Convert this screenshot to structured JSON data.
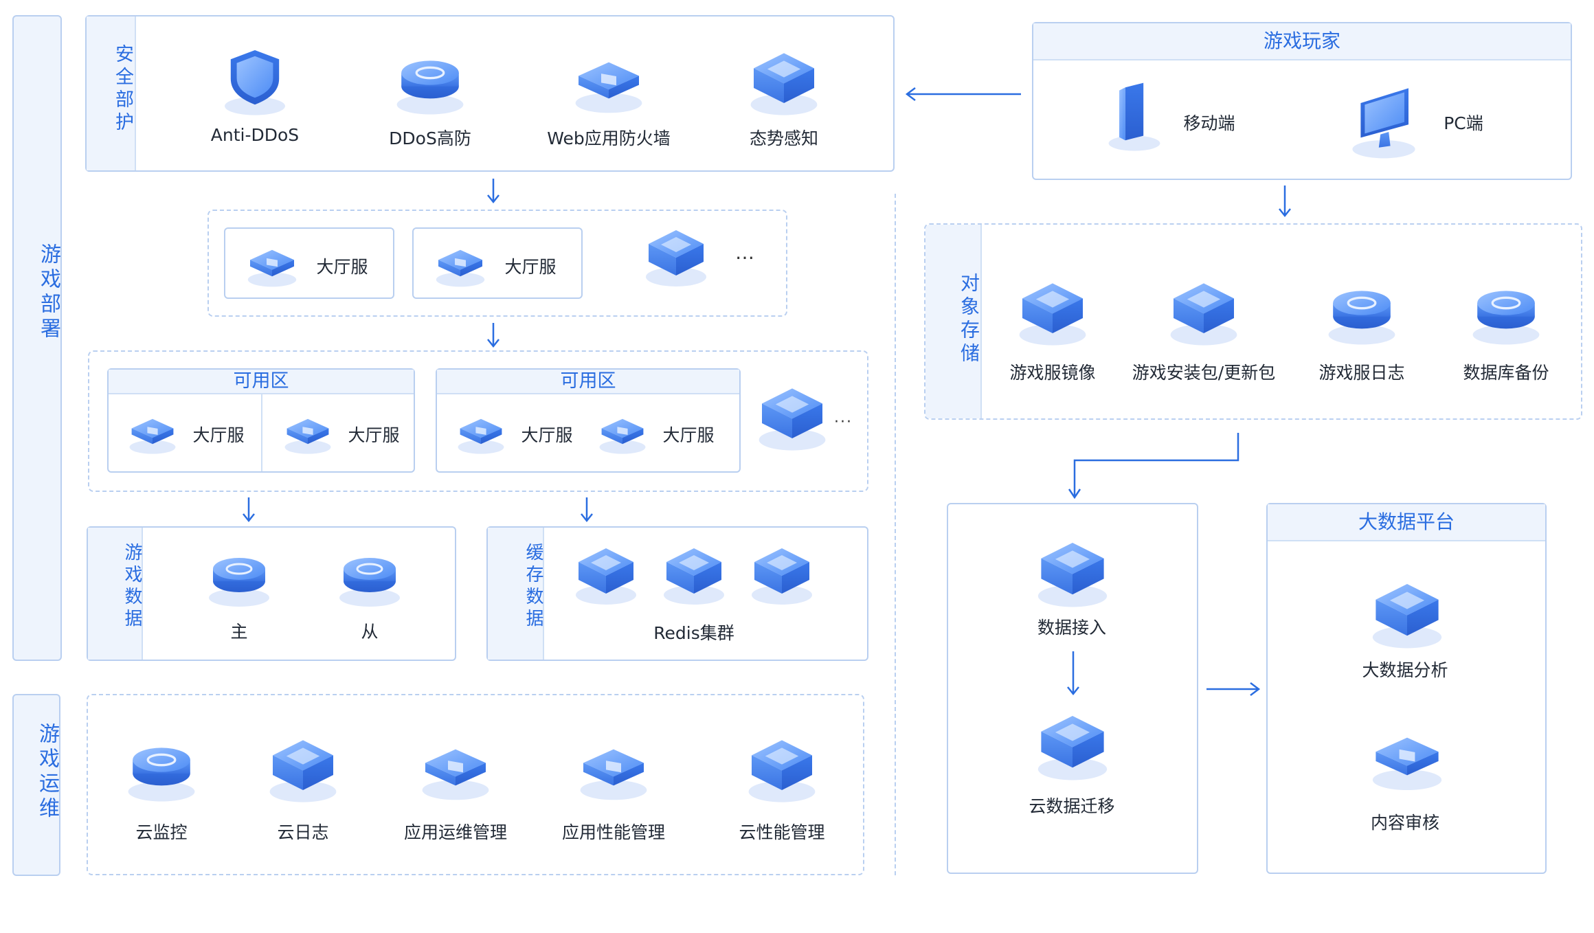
{
  "colors": {
    "accent": "#2a6de0",
    "border": "#b9cff0",
    "label_bg": "#eef4fd"
  },
  "left_strips": {
    "deploy": "游戏部署",
    "ops": "游戏运维"
  },
  "security": {
    "title": "安全部护",
    "items": [
      {
        "label": "Anti-DDoS",
        "icon": "shield-icon"
      },
      {
        "label": "DDoS高防",
        "icon": "ddos-icon"
      },
      {
        "label": "Web应用防火墙",
        "icon": "firewall-icon"
      },
      {
        "label": "态势感知",
        "icon": "chip-icon"
      }
    ]
  },
  "lobby": {
    "items": [
      "大厅服",
      "大厅服"
    ],
    "more": "…"
  },
  "zones": {
    "zone_label": "可用区",
    "zone1": [
      "大厅服",
      "大厅服"
    ],
    "zone2": [
      "大厅服",
      "大厅服"
    ],
    "more": "···"
  },
  "game_data": {
    "title": "游戏数据",
    "master": "主",
    "slave": "从"
  },
  "cache_data": {
    "title": "缓存数据",
    "label": "Redis集群"
  },
  "ops": {
    "items": [
      {
        "label": "云监控",
        "icon": "monitor-icon"
      },
      {
        "label": "云日志",
        "icon": "log-icon"
      },
      {
        "label": "应用运维管理",
        "icon": "app-ops-icon"
      },
      {
        "label": "应用性能管理",
        "icon": "app-perf-icon"
      },
      {
        "label": "云性能管理",
        "icon": "cloud-perf-icon"
      }
    ]
  },
  "players": {
    "title": "游戏玩家",
    "mobile": "移动端",
    "pc": "PC端"
  },
  "storage": {
    "title": "对象存储",
    "items": [
      {
        "label": "游戏服镜像",
        "icon": "image-icon"
      },
      {
        "label": "游戏安装包/更新包",
        "icon": "package-icon"
      },
      {
        "label": "游戏服日志",
        "icon": "server-log-icon"
      },
      {
        "label": "数据库备份",
        "icon": "db-backup-icon"
      }
    ]
  },
  "data_pipeline": {
    "ingest": "数据接入",
    "migrate": "云数据迁移"
  },
  "bigdata": {
    "title": "大数据平台",
    "analysis": "大数据分析",
    "audit": "内容审核"
  }
}
